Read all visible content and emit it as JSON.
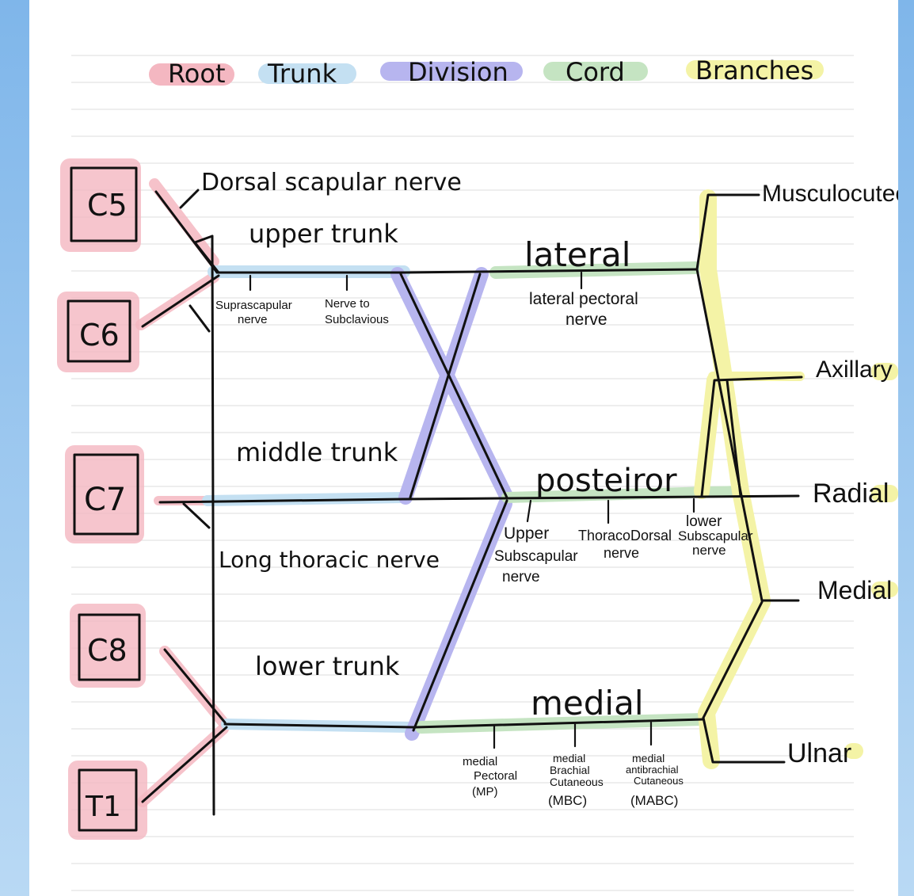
{
  "legend": {
    "root": "Root",
    "trunk": "Trunk",
    "division": "Division",
    "cord": "Cord",
    "branches": "Branches"
  },
  "colors": {
    "root": "#f4b7c1",
    "trunk": "#c4e0f2",
    "division": "#b7b5ef",
    "cord": "#c5e4c2",
    "branches": "#f4f3a6",
    "ink": "#111111",
    "rule": "#dcdcdc"
  },
  "roots": [
    "C5",
    "C6",
    "C7",
    "C8",
    "T1"
  ],
  "trunks": {
    "upper": "upper trunk",
    "middle": "middle trunk",
    "lower": "lower trunk"
  },
  "cords": {
    "lateral": "lateral",
    "posterior": "posteiror",
    "medial": "medial"
  },
  "branches": {
    "musculocutaneous": "Musculocuteous",
    "axillary": "Axillary",
    "radial": "Radial",
    "medial": "Medial",
    "ulnar": "Ulnar"
  },
  "nerves": {
    "dorsal_scapular": "Dorsal scapular nerve",
    "suprascapular": [
      "Suprascapular",
      "nerve"
    ],
    "subclavius": [
      "Nerve to",
      "Subclavious"
    ],
    "long_thoracic": "Long thoracic nerve",
    "lateral_pectoral": [
      "lateral pectoral",
      "nerve"
    ],
    "upper_subscapular": [
      "Upper",
      "Subscapular",
      "nerve"
    ],
    "thoracodorsal": [
      "ThoracoDorsal",
      "nerve"
    ],
    "lower_subscapular": [
      "lower",
      "Subscapular",
      "nerve"
    ],
    "medial_pectoral": [
      "medial",
      "Pectoral",
      "(MP)"
    ],
    "medial_brachial_cutaneous": [
      "medial",
      "Brachial",
      "Cutaneous",
      "(MBC)"
    ],
    "medial_antebrachial_cutaneous": [
      "medial",
      "antibrachial",
      "Cutaneous",
      "(MABC)"
    ]
  }
}
